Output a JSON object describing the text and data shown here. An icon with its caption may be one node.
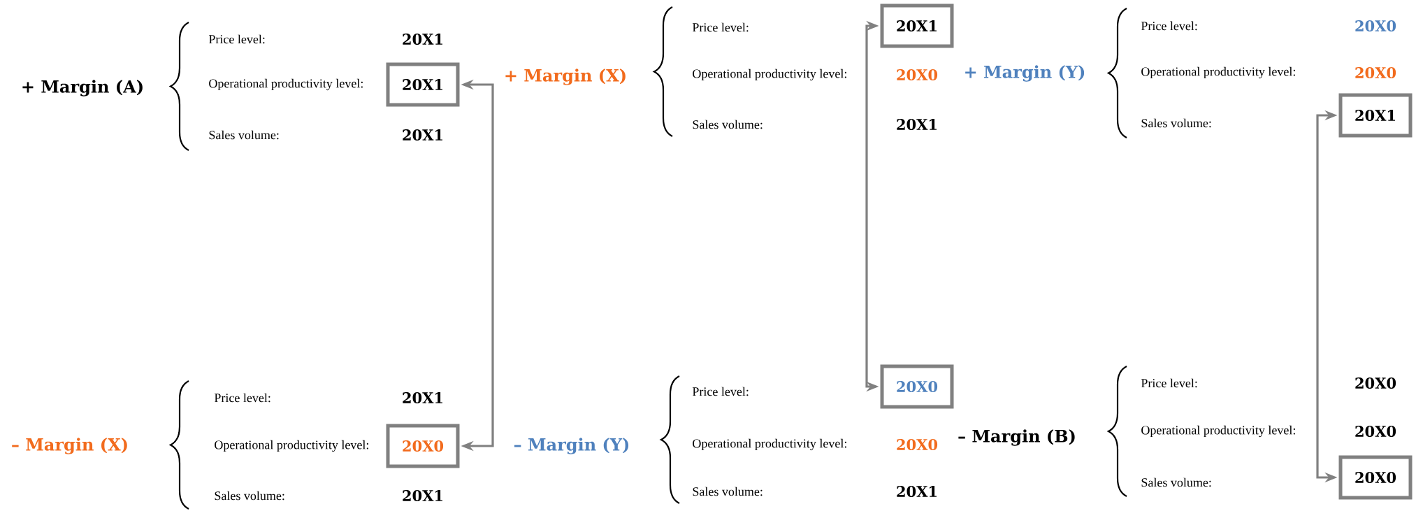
{
  "diagram": {
    "nodes": [
      {
        "text": [
          "20X1"
        ]
      },
      {
        "text": [
          "20X1"
        ]
      },
      {
        "text": [
          "20X1"
        ]
      },
      {
        "text": [
          "20X0"
        ]
      },
      {
        "text": [
          "20X0"
        ]
      },
      {
        "text": [
          "20X0"
        ]
      }
    ],
    "edges": [
      {
        "from": 0,
        "to": 3,
        "arrow": "both"
      },
      {
        "from": 1,
        "to": 4,
        "arrow": "both"
      },
      {
        "from": 2,
        "to": 5,
        "arrow": "both"
      }
    ],
    "labels": [
      "+ Margin (A)",
      "Price level:",
      "20X1",
      "Operational productivity level:",
      "Sales volume:",
      "20X1",
      "+ Margin (X)",
      "Price level:",
      "Operational productivity level:",
      "20X0",
      "Sales volume:",
      "20X1",
      "+ Margin (Y)",
      "Price level:",
      "20X0",
      "Operational productivity level:",
      "20X0",
      "Sales volume:",
      "– Margin (X)",
      "Price level:",
      "20X1",
      "Operational productivity level:",
      "Sales volume:",
      "20X1",
      "– Margin (Y)",
      "Price level:",
      "Operational productivity level:",
      "20X0",
      "Sales volume:",
      "20X1",
      "– Margin (B)",
      "Price level:",
      "20X0",
      "Operational productivity level:",
      "20X0",
      "Sales volume:"
    ]
  }
}
